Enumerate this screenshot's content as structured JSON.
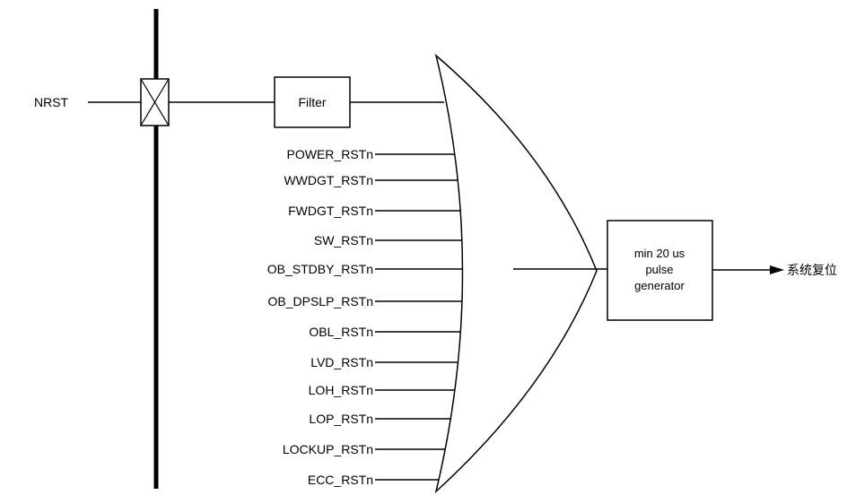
{
  "input_label": "NRST",
  "filter_label": "Filter",
  "reset_signals": [
    "POWER_RSTn",
    "WWDGT_RSTn",
    "FWDGT_RSTn",
    "SW_RSTn",
    "OB_STDBY_RSTn",
    "OB_DPSLP_RSTn",
    "OBL_RSTn",
    "LVD_RSTn",
    "LOH_RSTn",
    "LOP_RSTn",
    "LOCKUP_RSTn",
    "ECC_RSTn"
  ],
  "pulse_generator": {
    "lines": [
      "min 20 us",
      "pulse",
      "generator"
    ]
  },
  "output_label": "系统复位"
}
